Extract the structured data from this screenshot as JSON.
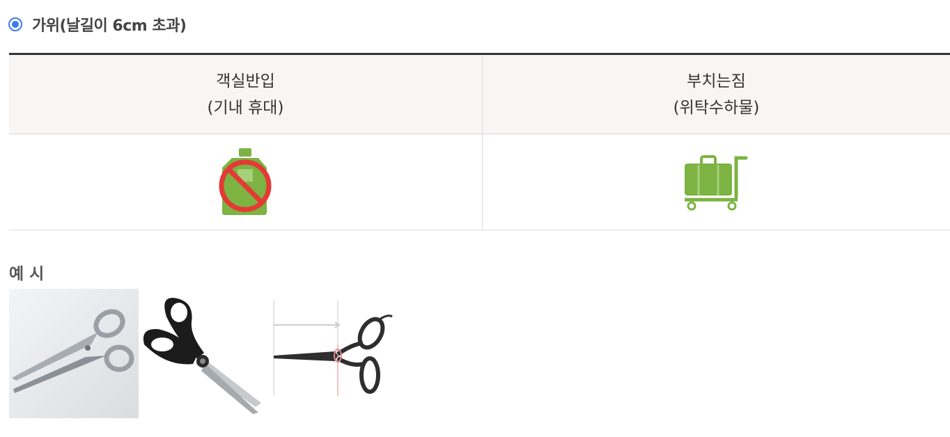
{
  "item": {
    "title": "가위(날길이 6cm 초과)",
    "radio_selected": true
  },
  "table": {
    "headers": [
      {
        "line1": "객실반입",
        "line2": "(기내 휴대)"
      },
      {
        "line1": "부치는짐",
        "line2": "(위탁수하물)"
      }
    ],
    "cells": [
      {
        "icon": "carry-on-prohibited-icon",
        "status": "prohibited"
      },
      {
        "icon": "checked-baggage-allowed-icon",
        "status": "allowed"
      }
    ]
  },
  "example": {
    "label": "예 시",
    "images": [
      {
        "name": "silver-scissors-photo"
      },
      {
        "name": "kitchen-scissors-photo"
      },
      {
        "name": "blade-length-diagram"
      }
    ]
  },
  "colors": {
    "accent": "#3d7bf0",
    "icon_green": "#7cb342",
    "prohibit_red": "#e53935"
  }
}
